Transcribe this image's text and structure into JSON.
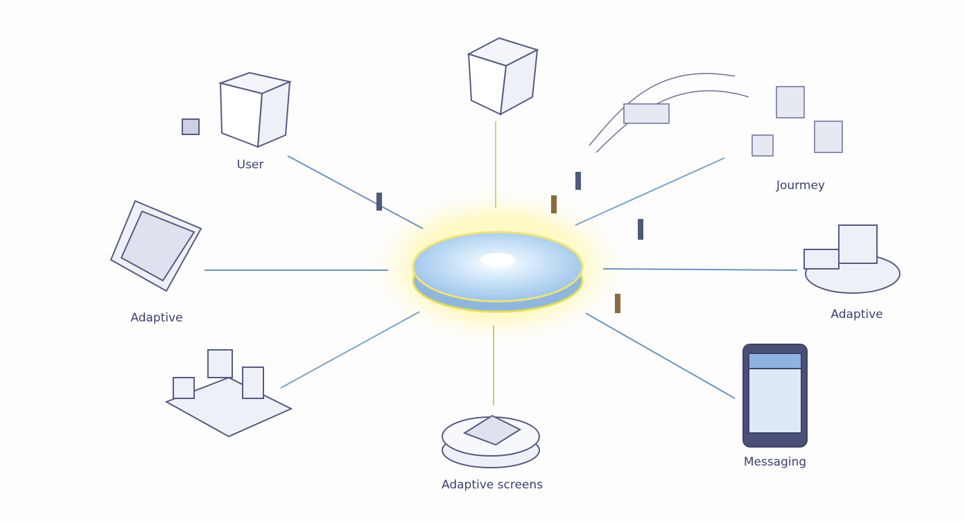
{
  "nodes": {
    "user": "User",
    "journey": "Jourmey",
    "adaptive_left": "Adaptive",
    "adaptive_right": "Adaptive",
    "messaging": "Messaging",
    "adaptive_screens": "Adaptive screens"
  },
  "colors": {
    "line_blue": "#6d93b8",
    "line_yellow": "#e3df5a",
    "hub": "#bcd8f3",
    "ink": "#3b3f6e"
  }
}
